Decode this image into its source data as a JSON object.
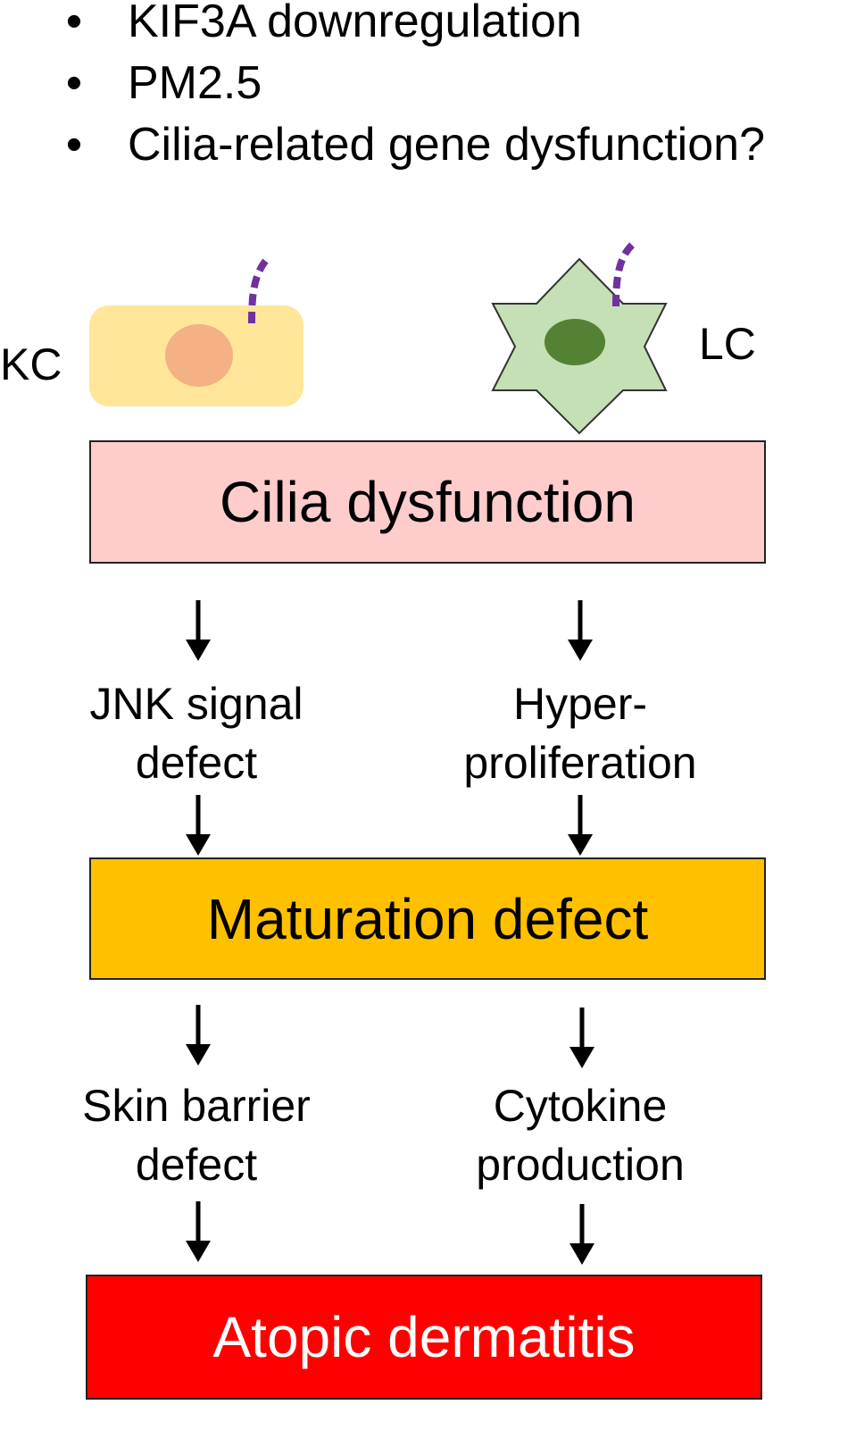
{
  "bullets": [
    {
      "marker": "•",
      "text": "KIF3A downregulation"
    },
    {
      "marker": "•",
      "text": "PM2.5"
    },
    {
      "marker": "•",
      "text": "Cilia-related gene dysfunction?"
    }
  ],
  "cells": {
    "kc": {
      "label": "KC",
      "body_color": "#ffe699",
      "nucleus_color": "#f4b183",
      "cilium_color": "#7030a0"
    },
    "lc": {
      "label": "LC",
      "body_color": "#c5e0b4",
      "nucleus_color": "#548235",
      "cilium_color": "#7030a0"
    }
  },
  "boxes": {
    "cilia": {
      "label": "Cilia dysfunction",
      "color": "#ffcccc"
    },
    "maturation": {
      "label": "Maturation defect",
      "color": "#ffc000"
    },
    "atopic": {
      "label": "Atopic dermatitis",
      "color": "#ff0000"
    }
  },
  "left_column": {
    "step1": {
      "line1": "JNK signal",
      "line2": "defect"
    },
    "step2": {
      "line1": "Skin barrier",
      "line2": "defect"
    }
  },
  "right_column": {
    "step1": {
      "line1": "Hyper-",
      "line2": "proliferation"
    },
    "step2": {
      "line1": "Cytokine",
      "line2": "production"
    }
  }
}
